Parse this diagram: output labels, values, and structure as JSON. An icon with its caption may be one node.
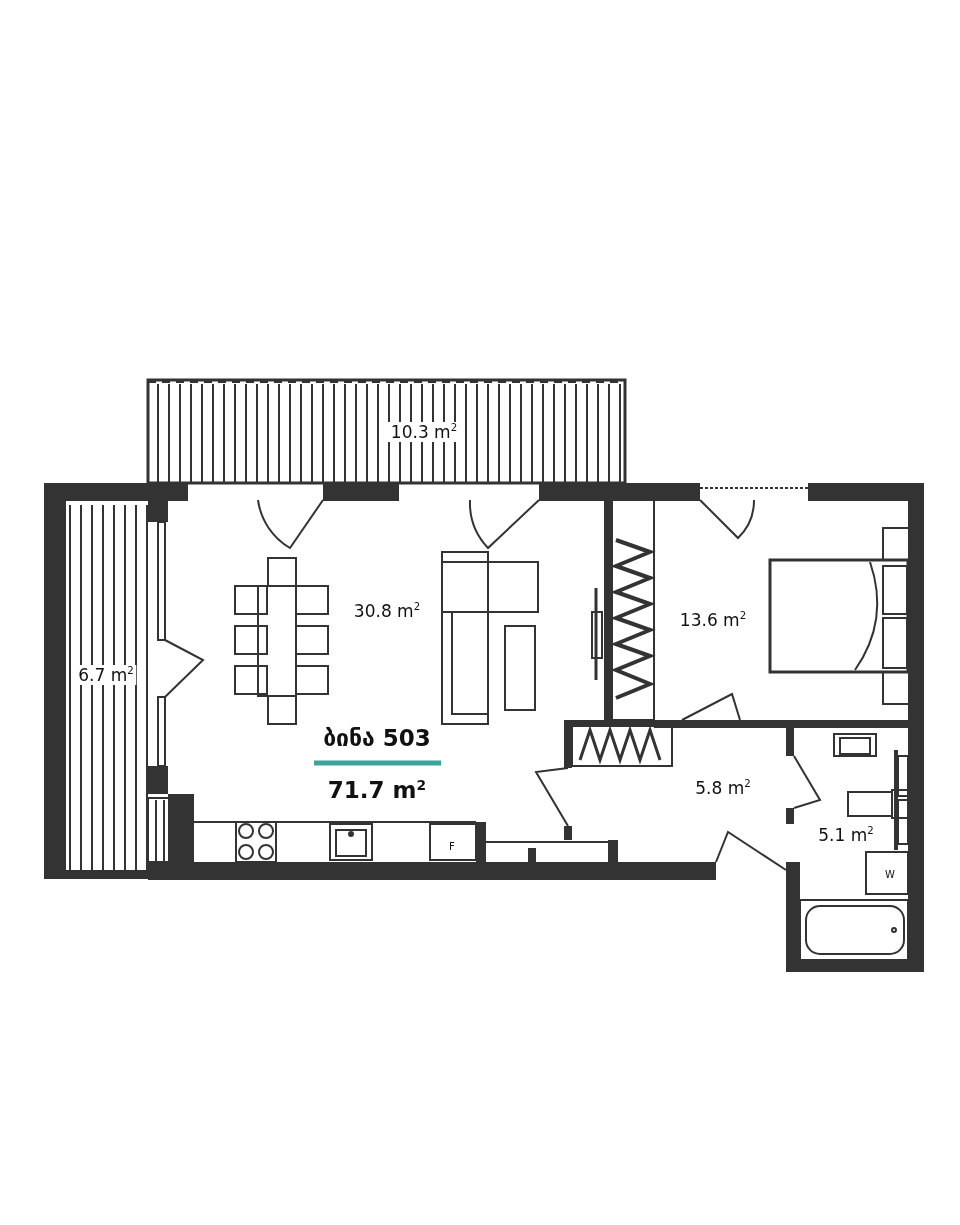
{
  "diagram": {
    "labels": [
      "10.3 m$^{2}$",
      "30.8 m$^{2}$",
      "13.6 m$^{2}$",
      "6.7 m$^{2}$",
      "ბინა 503",
      "5.8 m$^{2}$",
      "71.7 m$^{2}$",
      "5.1 m$^{2}$",
      "F",
      "W"
    ]
  }
}
